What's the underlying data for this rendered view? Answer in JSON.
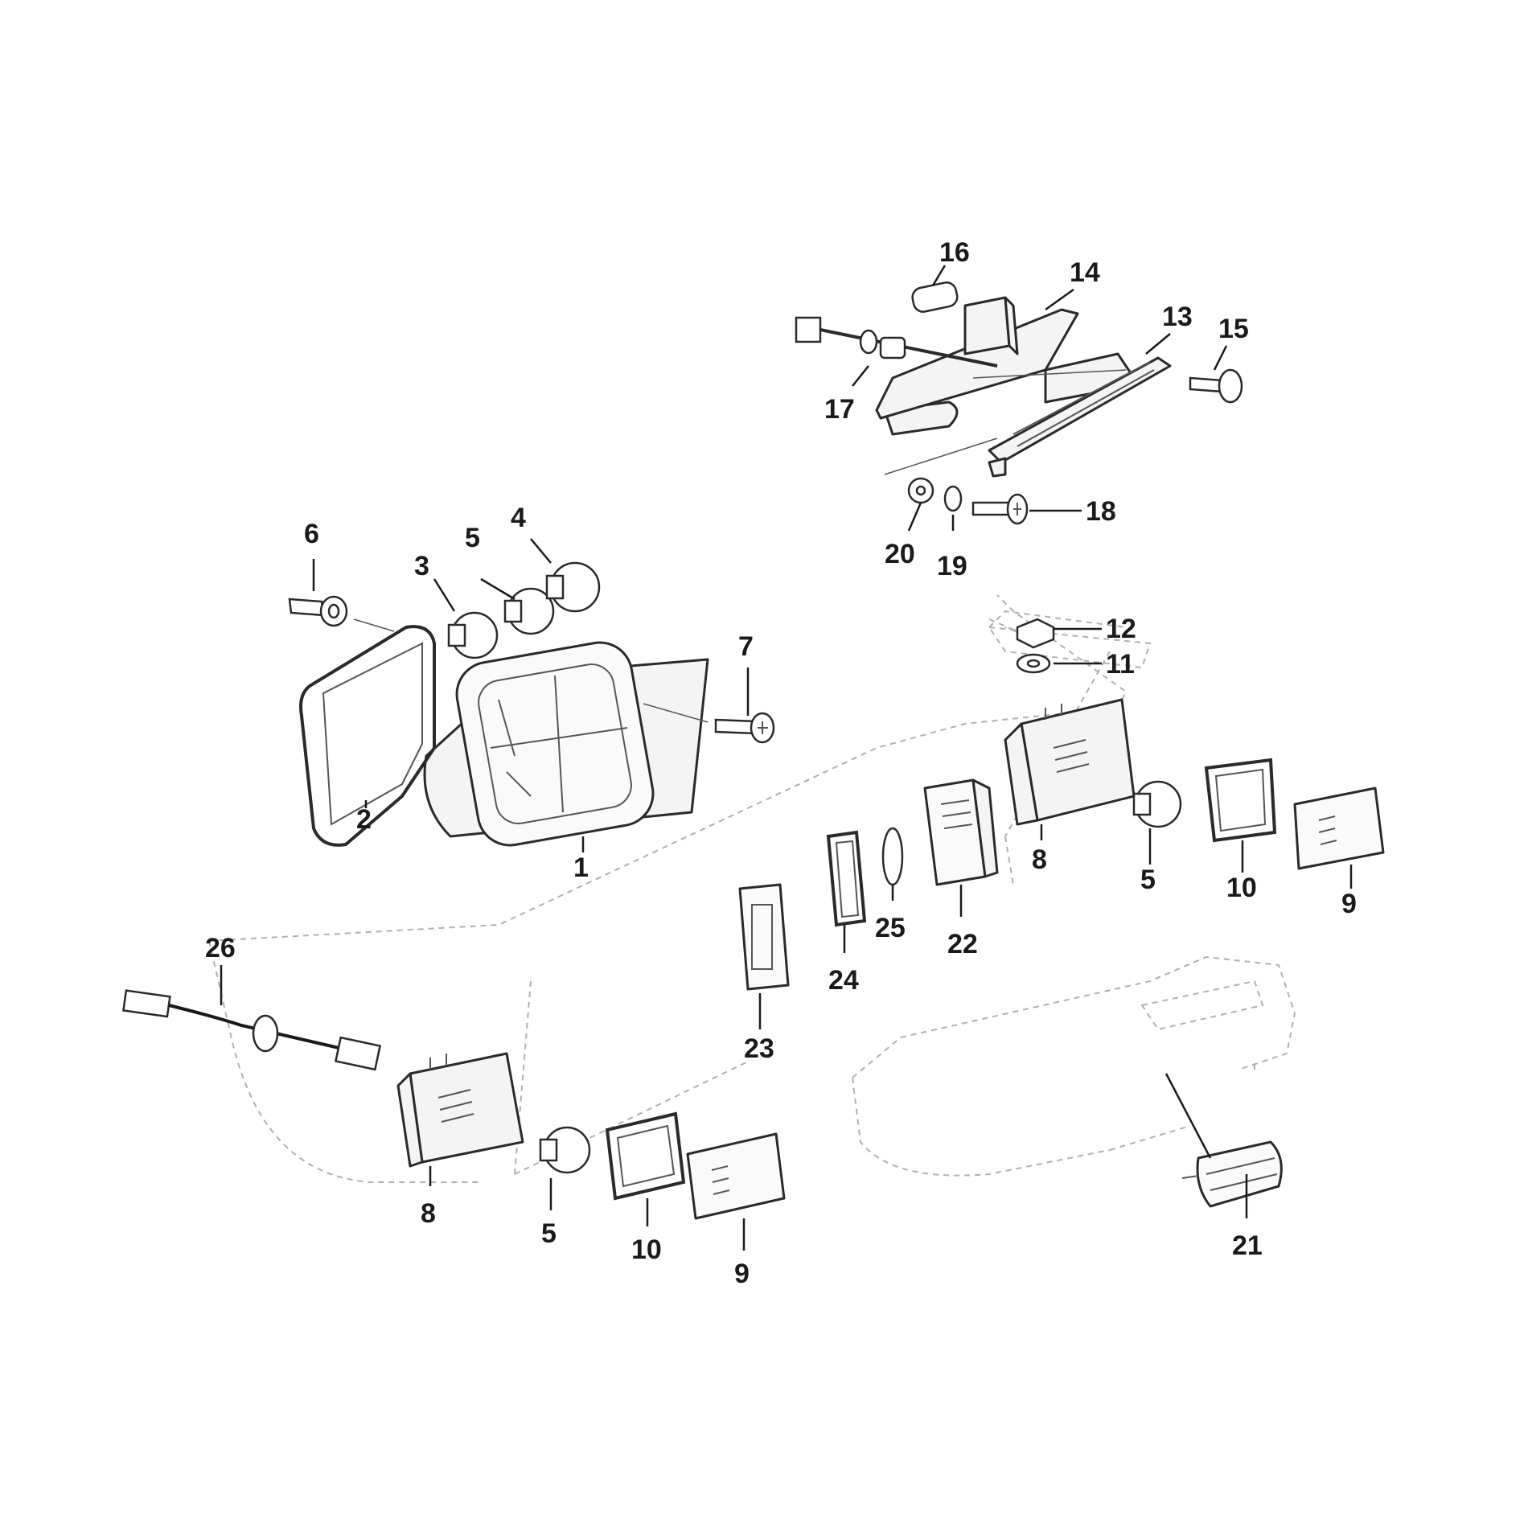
{
  "callouts": [
    {
      "id": "p1",
      "label": "1"
    },
    {
      "id": "p2",
      "label": "2"
    },
    {
      "id": "p3",
      "label": "3"
    },
    {
      "id": "p4",
      "label": "4"
    },
    {
      "id": "p5a",
      "label": "5"
    },
    {
      "id": "p6",
      "label": "6"
    },
    {
      "id": "p7",
      "label": "7"
    },
    {
      "id": "p8a",
      "label": "8"
    },
    {
      "id": "p5b",
      "label": "5"
    },
    {
      "id": "p10a",
      "label": "10"
    },
    {
      "id": "p9a",
      "label": "9"
    },
    {
      "id": "p11",
      "label": "11"
    },
    {
      "id": "p12",
      "label": "12"
    },
    {
      "id": "p13",
      "label": "13"
    },
    {
      "id": "p14",
      "label": "14"
    },
    {
      "id": "p15",
      "label": "15"
    },
    {
      "id": "p16",
      "label": "16"
    },
    {
      "id": "p17",
      "label": "17"
    },
    {
      "id": "p18",
      "label": "18"
    },
    {
      "id": "p19",
      "label": "19"
    },
    {
      "id": "p20",
      "label": "20"
    },
    {
      "id": "p21",
      "label": "21"
    },
    {
      "id": "p22",
      "label": "22"
    },
    {
      "id": "p23",
      "label": "23"
    },
    {
      "id": "p24",
      "label": "24"
    },
    {
      "id": "p25",
      "label": "25"
    },
    {
      "id": "p26",
      "label": "26"
    },
    {
      "id": "p8b",
      "label": "8"
    },
    {
      "id": "p5c",
      "label": "5"
    },
    {
      "id": "p10b",
      "label": "10"
    },
    {
      "id": "p9b",
      "label": "9"
    }
  ]
}
